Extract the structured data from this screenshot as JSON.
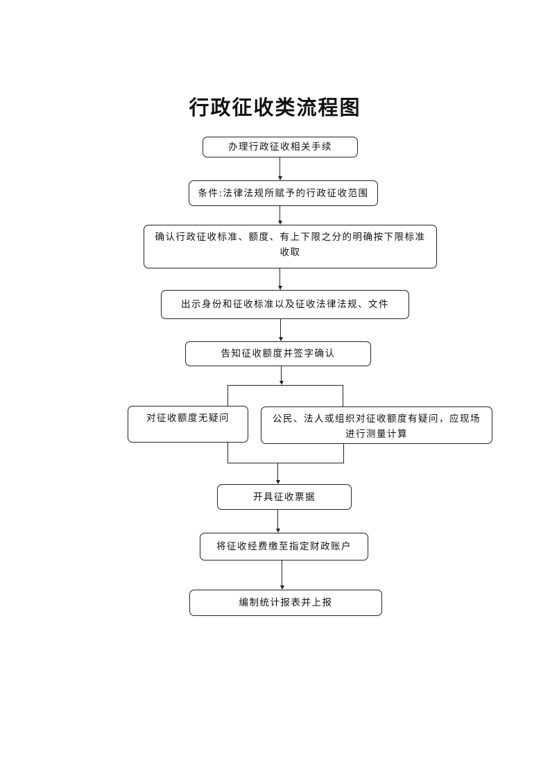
{
  "title": "行政征收类流程图",
  "steps": [
    "办理行政征收相关手续",
    "条件:法律法规所赋予的行政征收范围",
    "确认行政征收标准、额度、有上下限之分的明确按下限标准收取",
    "出示身份和征收标准以及征收法律法规、文件",
    "告知征收额度并签字确认"
  ],
  "branches": [
    "对征收额度无疑问",
    "公民、法人或组织对征收额度有疑问，应现场进行测量计算"
  ],
  "final_steps": [
    "开具征收票据",
    "将征收经费缴至指定财政账户",
    "编制统计报表并上报"
  ]
}
